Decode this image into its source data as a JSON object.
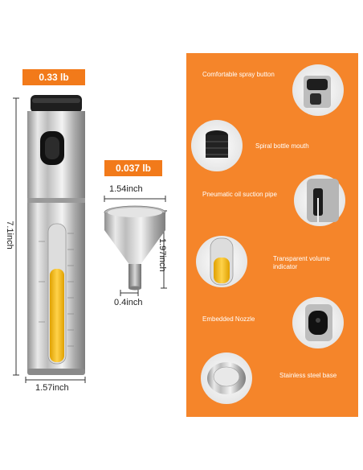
{
  "product": {
    "bottle_weight": "0.33 lb",
    "funnel_weight": "0.037 lb",
    "bottle_height": "7.1inch",
    "bottle_width": "1.57inch",
    "funnel_top_diameter": "1.54inch",
    "funnel_height": "1.97inch",
    "funnel_spout_diameter": "0.4inch"
  },
  "features": [
    {
      "label": "Comfortable spray button",
      "icon": "spray-button-icon"
    },
    {
      "label": "Spiral bottle mouth",
      "icon": "bottle-mouth-icon"
    },
    {
      "label": "Pneumatic oil suction pipe",
      "icon": "suction-pipe-icon"
    },
    {
      "label": "Transparent volume indicator",
      "icon": "volume-indicator-icon"
    },
    {
      "label": "Embedded Nozzle",
      "icon": "nozzle-icon"
    },
    {
      "label": "Stainless steel base",
      "icon": "steel-base-icon"
    }
  ],
  "colors": {
    "accent": "#f27a1a",
    "panel": "#f5852a",
    "oil": "#f4b400",
    "steel": "#c8c8c8"
  }
}
